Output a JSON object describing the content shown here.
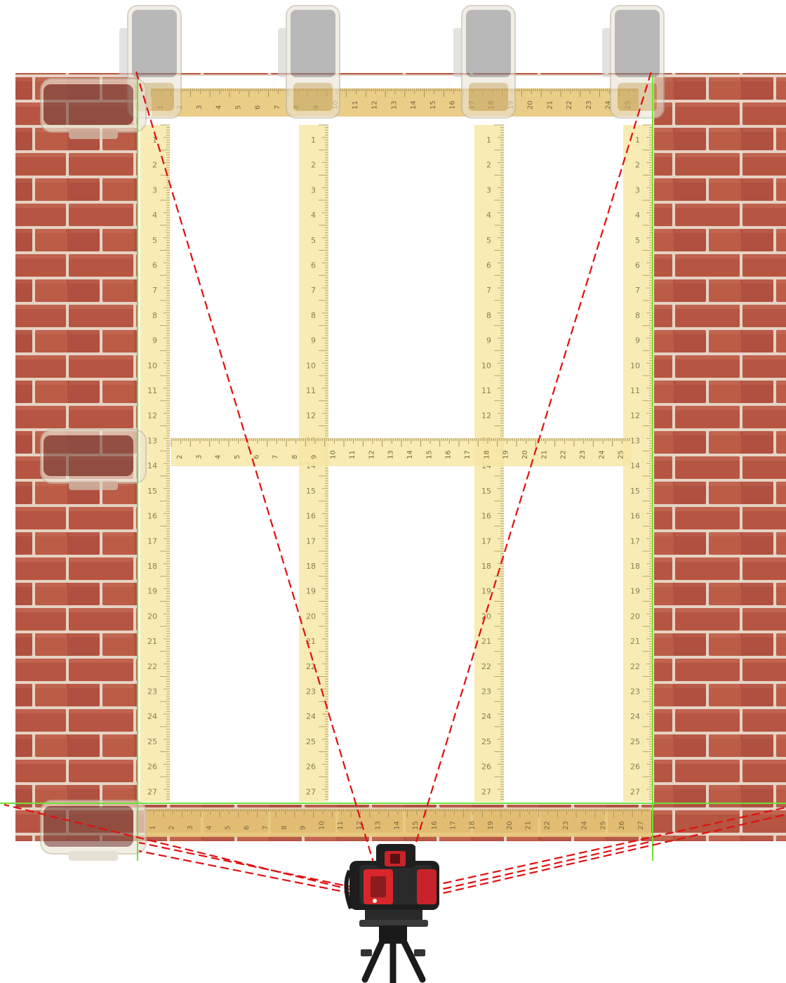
{
  "scene": {
    "type": "laser-level-window-measurement-illustration",
    "wall": {
      "material": "brick",
      "brick_color": "#b5533f",
      "mortar_color": "#e8d6c8"
    },
    "window_opening": {
      "fill": "#ffffff"
    },
    "laser_line_color": "#6fe03a",
    "laser_beam_color": "#e01010",
    "tape_color": "#f7e7a6",
    "tape_case_color": "#8a8a8a"
  },
  "tapes": {
    "top_horizontal_labels": [
      "1",
      "2",
      "3",
      "4",
      "5",
      "6",
      "7",
      "8",
      "9",
      "10",
      "11",
      "12",
      "13",
      "14",
      "15",
      "16",
      "17",
      "18",
      "19",
      "20",
      "21",
      "22",
      "23",
      "24",
      "25"
    ],
    "middle_horizontal_labels": [
      "2",
      "3",
      "4",
      "5",
      "6",
      "7",
      "8",
      "9",
      "10",
      "11",
      "12",
      "13",
      "14",
      "15",
      "16",
      "17",
      "18",
      "19",
      "20",
      "21",
      "22",
      "23",
      "24",
      "25"
    ],
    "bottom_horizontal_labels": [
      "1",
      "2",
      "3",
      "4",
      "5",
      "6",
      "7",
      "8",
      "9",
      "10",
      "11",
      "12",
      "13",
      "14",
      "15",
      "16",
      "17",
      "18",
      "19",
      "20",
      "21",
      "22",
      "23",
      "24",
      "25",
      "26",
      "27"
    ],
    "vertical_labels": [
      "1",
      "2",
      "3",
      "4",
      "5",
      "6",
      "7",
      "8",
      "9",
      "10",
      "11",
      "12",
      "13",
      "14",
      "15",
      "16",
      "17",
      "18",
      "19",
      "20",
      "21",
      "22",
      "23",
      "24",
      "25",
      "26",
      "27"
    ]
  },
  "device": {
    "name": "laser-level",
    "body_color": "#1e1e1e",
    "accent_color": "#d8262b"
  }
}
